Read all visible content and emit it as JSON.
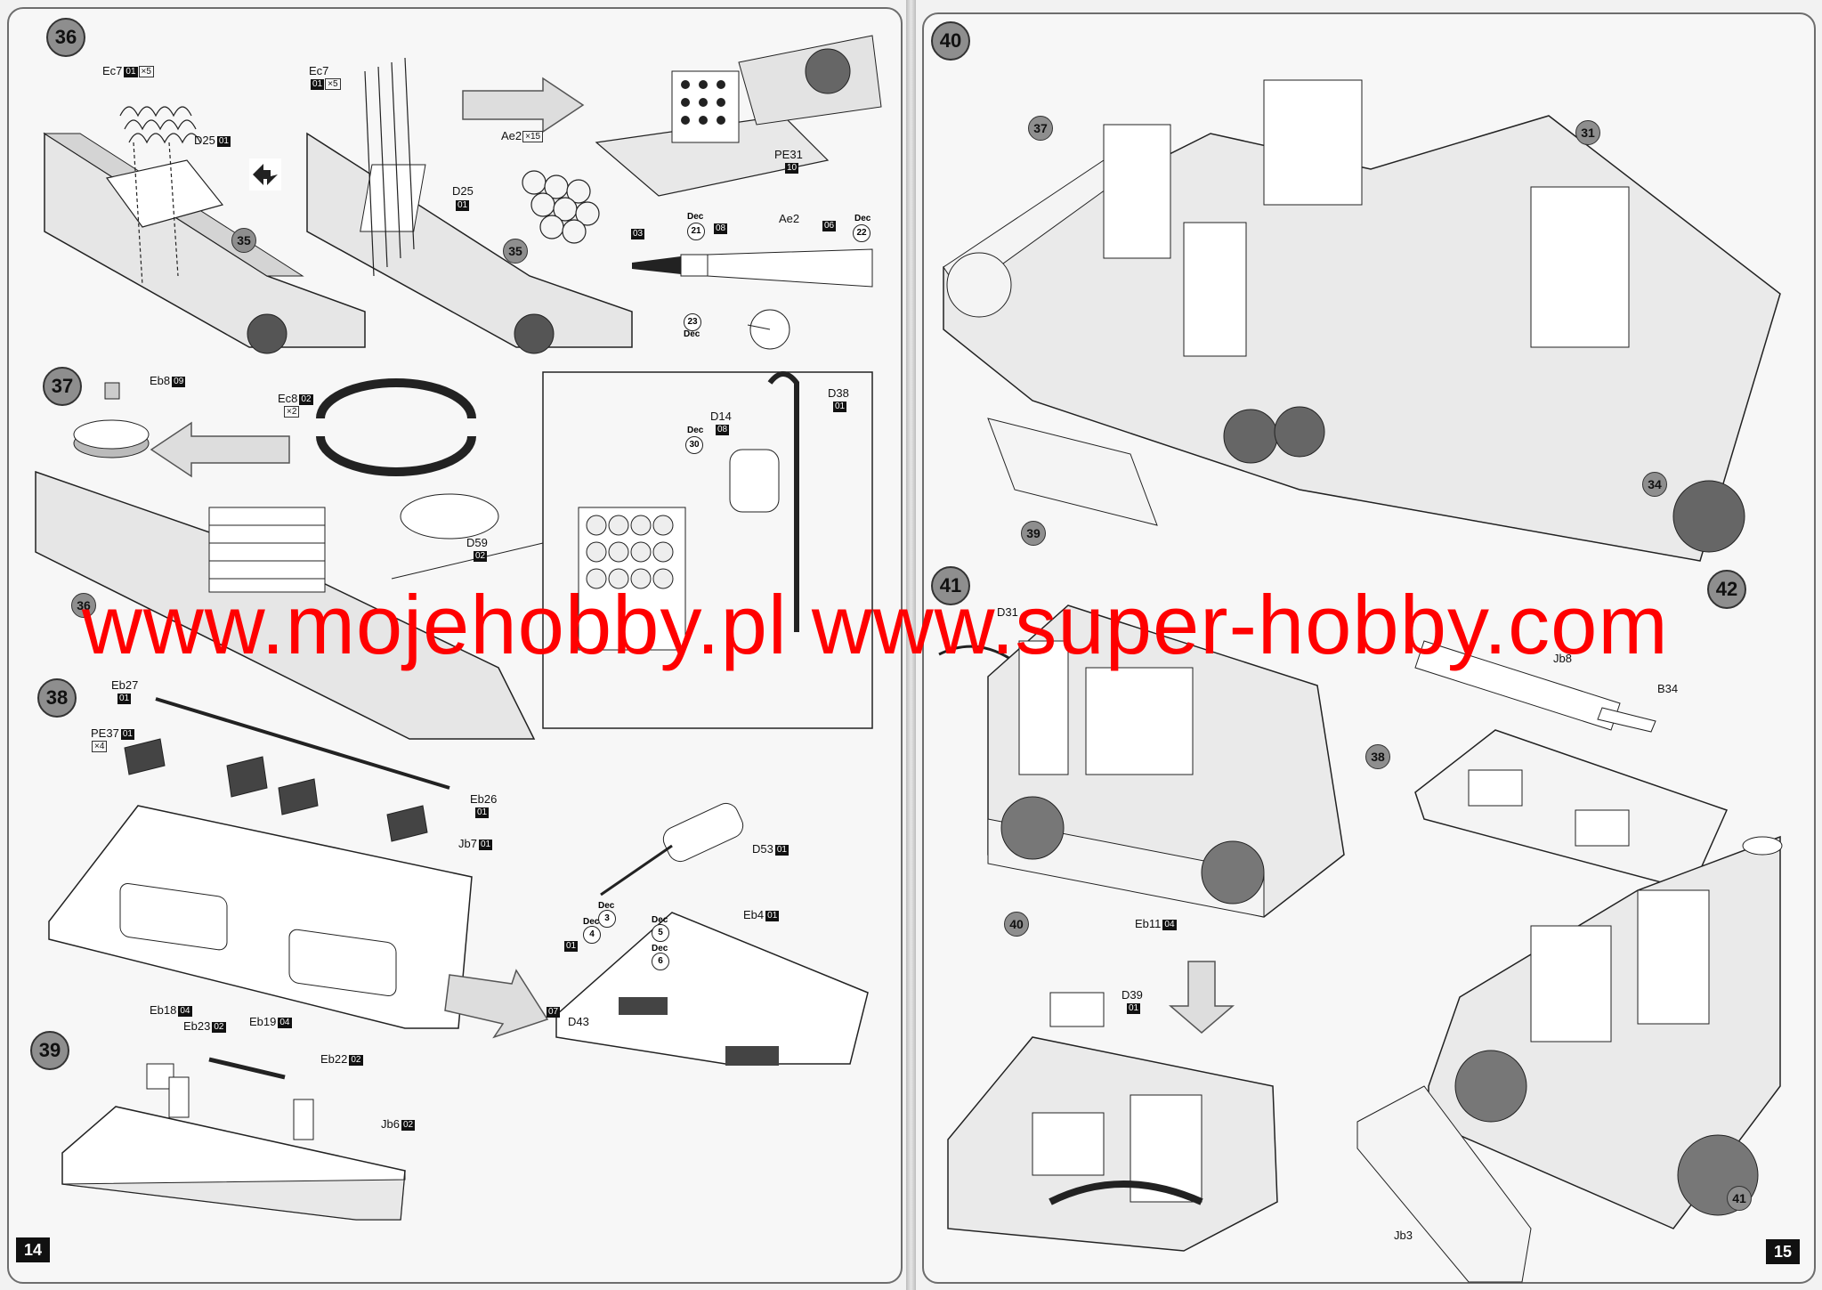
{
  "left_page": {
    "page_number": "14",
    "steps": [
      {
        "number": "36"
      },
      {
        "number": "37"
      },
      {
        "number": "38"
      },
      {
        "number": "39"
      }
    ],
    "step36": {
      "ec7_a": "Ec7",
      "ec7_a_sprue": "01",
      "ec7_a_qty": "×5",
      "ec7_b": "Ec7",
      "ec7_b_sprue": "01",
      "ec7_b_qty": "×5",
      "d25_a": "D25",
      "d25_a_sprue": "01",
      "d25_b": "D25",
      "d25_b_sprue": "01",
      "ae2_a": "Ae2",
      "ae2_a_qty": "×15",
      "pe31": "PE31",
      "pe31_sprue": "10",
      "callout_35_a": "35",
      "callout_35_b": "35",
      "ae2_b": "Ae2",
      "dec": "Dec",
      "dec21": "21",
      "dec22": "22",
      "dec23": "23",
      "paint03": "03",
      "paint08": "08",
      "paint06": "06"
    },
    "step37": {
      "eb8": "Eb8",
      "eb8_sprue": "09",
      "ec8": "Ec8",
      "ec8_sprue": "02",
      "ec8_qty": "×2",
      "d59": "D59",
      "d59_sprue": "02",
      "d38": "D38",
      "d38_sprue": "01",
      "d14": "D14",
      "d14_sprue": "08",
      "dec30": "30",
      "dec": "Dec",
      "callout_36": "36"
    },
    "step38": {
      "eb27": "Eb27",
      "eb27_sprue": "01",
      "pe37": "PE37",
      "pe37_sprue": "01",
      "pe37_qty": "×4",
      "eb26": "Eb26",
      "eb26_sprue": "01",
      "jb7": "Jb7",
      "jb7_sprue": "01",
      "d53": "D53",
      "d53_sprue": "01",
      "eb4": "Eb4",
      "eb4_sprue": "01",
      "d43": "D43",
      "dec": "Dec",
      "dec3": "3",
      "dec4": "4",
      "dec5": "5",
      "dec6": "6",
      "paint01": "01",
      "paint07": "07"
    },
    "step39": {
      "eb18": "Eb18",
      "eb18_sprue": "04",
      "eb23": "Eb23",
      "eb23_sprue": "02",
      "eb19": "Eb19",
      "eb19_sprue": "04",
      "eb22": "Eb22",
      "eb22_sprue": "02",
      "jb6": "Jb6",
      "jb6_sprue": "02"
    }
  },
  "right_page": {
    "page_number": "15",
    "steps": [
      {
        "number": "40"
      },
      {
        "number": "41"
      },
      {
        "number": "42"
      }
    ],
    "step40": {
      "callout_37": "37",
      "callout_31": "31",
      "callout_34": "34",
      "callout_39": "39"
    },
    "step41": {
      "d31": "D31",
      "eb11": "Eb11",
      "eb11_sprue": "04",
      "d39": "D39",
      "d39_sprue": "01",
      "callout_40": "40"
    },
    "step42": {
      "jb8": "Jb8",
      "b34": "B34",
      "jb3": "Jb3",
      "callout_38": "38",
      "callout_41": "41"
    }
  },
  "watermark": "www.mojehobby.pl www.super-hobby.com"
}
